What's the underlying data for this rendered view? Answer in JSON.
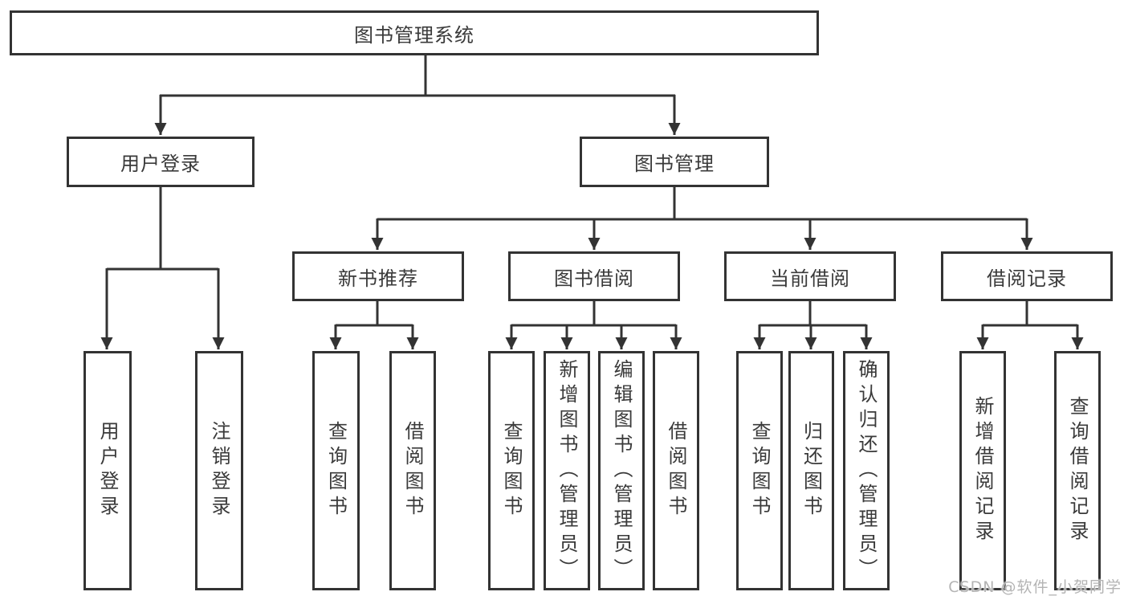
{
  "diagram_title": "图书管理系统",
  "branches": {
    "root": {
      "label": "图书管理系统"
    },
    "userLogin": {
      "label": "用户登录"
    },
    "bookMgmt": {
      "label": "图书管理"
    },
    "newBookRec": {
      "label": "新书推荐"
    },
    "bookBorrow": {
      "label": "图书借阅"
    },
    "currentBorrow": {
      "label": "当前借阅"
    },
    "borrowRecords": {
      "label": "借阅记录"
    }
  },
  "leaves": [
    {
      "label": "用户登录"
    },
    {
      "label": "注销登录"
    },
    {
      "label": "查询图书"
    },
    {
      "label": "借阅图书"
    },
    {
      "label": "查询图书"
    },
    {
      "label": "新增图书（管理员）"
    },
    {
      "label": "编辑图书（管理员）"
    },
    {
      "label": "借阅图书"
    },
    {
      "label": "查询图书"
    },
    {
      "label": "归还图书"
    },
    {
      "label": "确认归还（管理员）"
    },
    {
      "label": "新增借阅记录"
    },
    {
      "label": "查询借阅记录"
    }
  ],
  "hierarchy": {
    "图书管理系统": {
      "用户登录": [
        "用户登录",
        "注销登录"
      ],
      "图书管理": {
        "新书推荐": [
          "查询图书",
          "借阅图书"
        ],
        "图书借阅": [
          "查询图书",
          "新增图书（管理员）",
          "编辑图书（管理员）",
          "借阅图书"
        ],
        "当前借阅": [
          "查询图书",
          "归还图书",
          "确认归还（管理员）"
        ],
        "借阅记录": [
          "新增借阅记录",
          "查询借阅记录"
        ]
      }
    }
  },
  "watermark": {
    "text": "CSDN @软件_小贺同学"
  },
  "colors": {
    "line": "#333333",
    "text": "#3a3a3a",
    "background": "#ffffff",
    "watermark": "#b4b4b4"
  }
}
